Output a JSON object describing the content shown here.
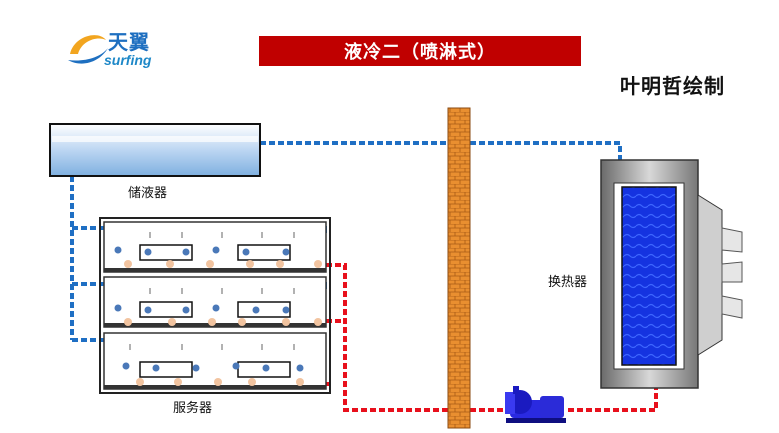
{
  "header": {
    "logo_cn": "天翼",
    "logo_en": "surfing",
    "title": "液冷二（喷淋式）",
    "author": "叶明哲绘制"
  },
  "labels": {
    "tank": "储液器",
    "server": "服务器",
    "heat_exchanger": "换热器"
  },
  "colors": {
    "title_bg": "#c00000",
    "cold_pipe": "#1f6fc4",
    "hot_pipe": "#e8101c",
    "wall": "#e88a2a",
    "coil": "#1530d8",
    "logo_orange": "#f2a51f",
    "logo_blue": "#1e6fc0"
  },
  "icons": [
    "logo-swoosh-icon",
    "pump-icon",
    "fan-icon"
  ]
}
